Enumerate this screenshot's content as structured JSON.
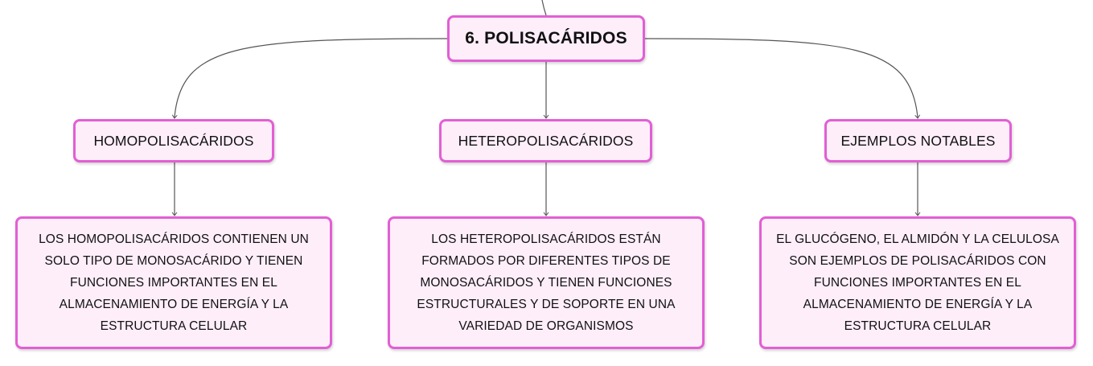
{
  "root": {
    "title": "6. POLISACÁRIDOS"
  },
  "categories": [
    {
      "label": "HOMOPOLISACÁRIDOS",
      "description": "LOS HOMOPOLISACÁRIDOS CONTIENEN UN SOLO TIPO DE MONOSACÁRIDO Y TIENEN FUNCIONES IMPORTANTES EN EL ALMACENAMIENTO DE ENERGÍA Y LA ESTRUCTURA CELULAR"
    },
    {
      "label": "HETEROPOLISACÁRIDOS",
      "description": "LOS HETEROPOLISACÁRIDOS ESTÁN FORMADOS POR DIFERENTES TIPOS DE MONOSACÁRIDOS Y TIENEN FUNCIONES ESTRUCTURALES Y DE SOPORTE EN UNA VARIEDAD DE ORGANISMOS"
    },
    {
      "label": "EJEMPLOS NOTABLES",
      "description": "EL GLUCÓGENO, EL ALMIDÓN Y LA CELULOSA SON EJEMPLOS DE POLISACÁRIDOS CON FUNCIONES IMPORTANTES EN EL ALMACENAMIENTO DE ENERGÍA Y LA ESTRUCTURA CELULAR"
    }
  ],
  "colors": {
    "node_fill": "#fdeefa",
    "node_border": "#e25fd4",
    "connector": "#555555"
  }
}
